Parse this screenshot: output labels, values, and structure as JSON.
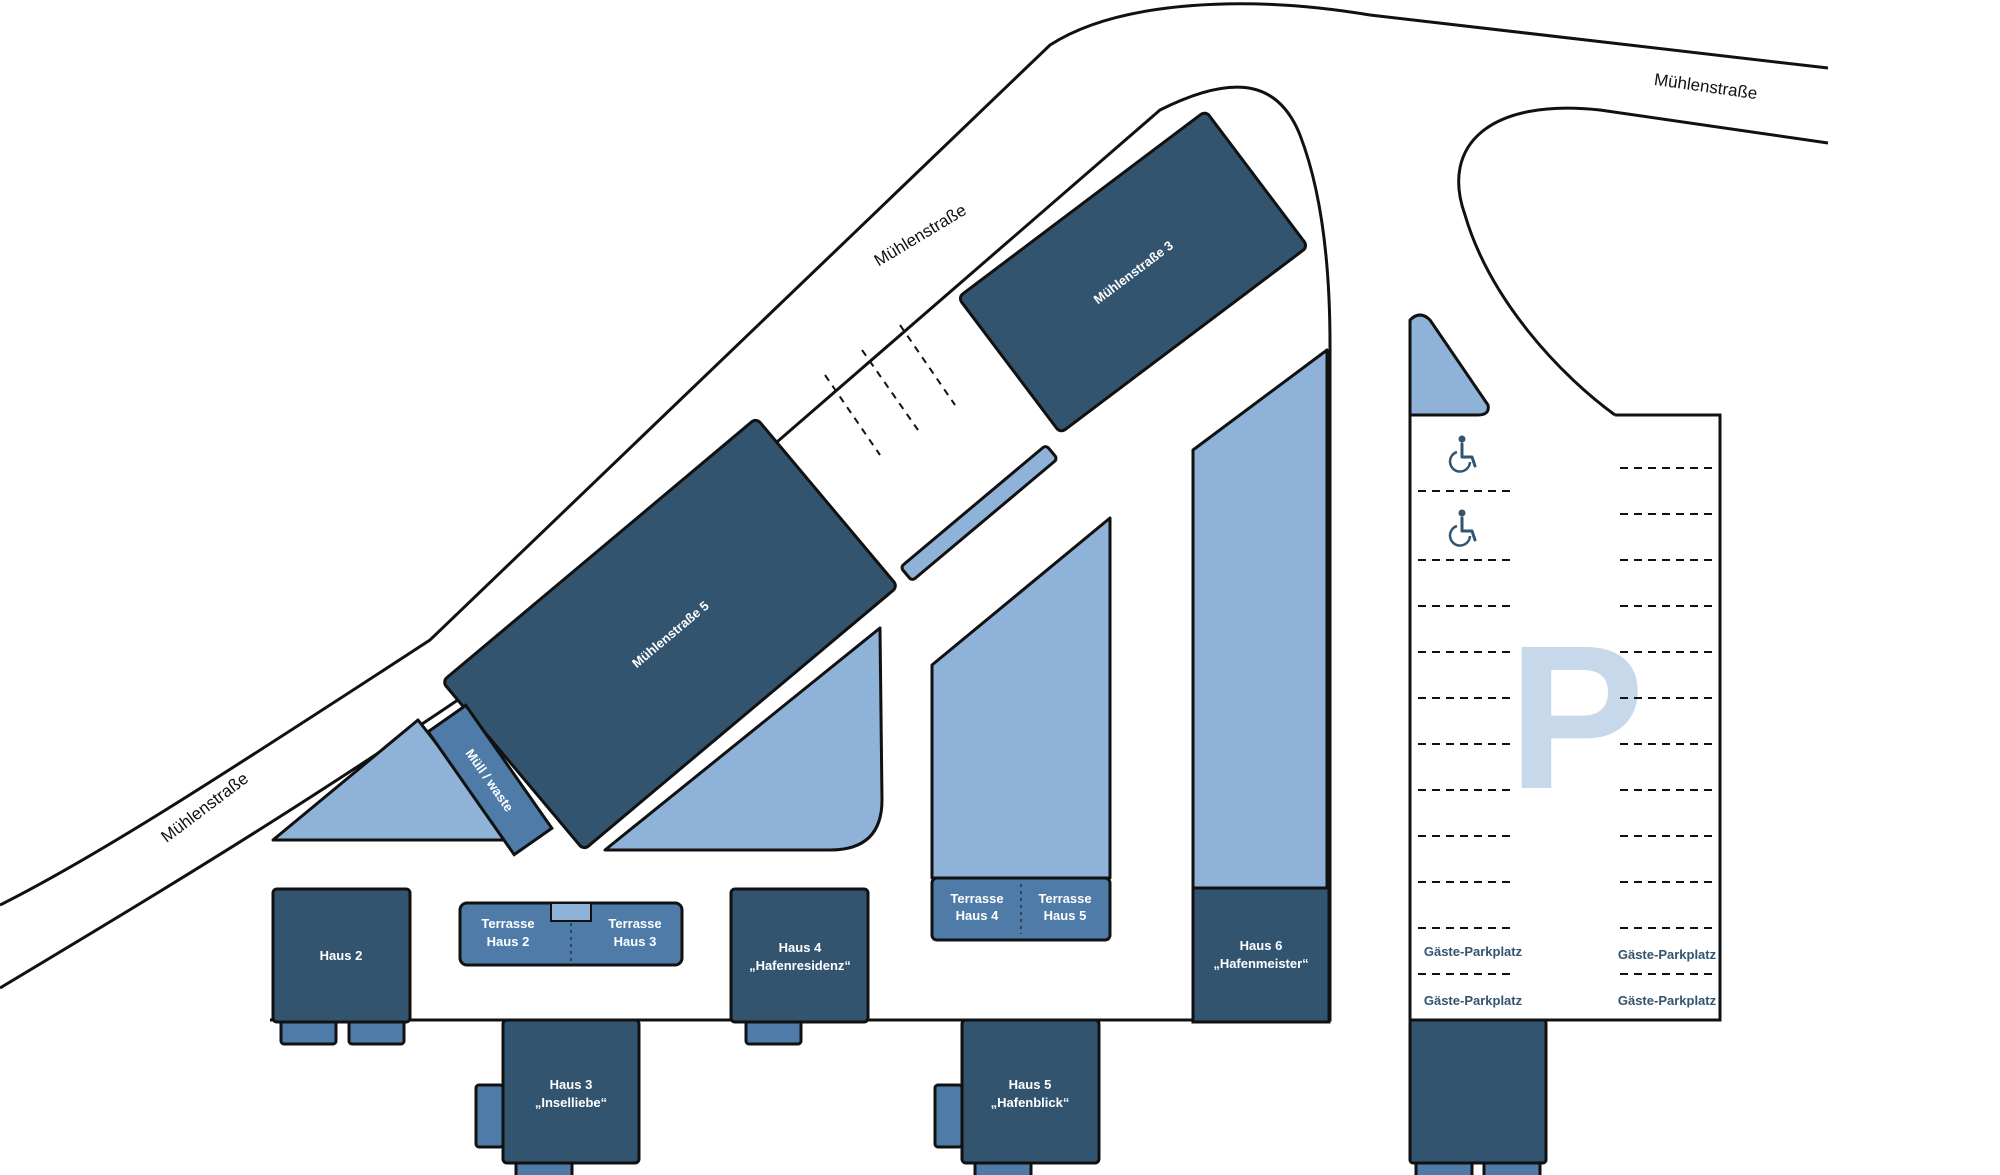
{
  "colors": {
    "building_dark": "#33546f",
    "building_mid": "#4e7ba8",
    "area_light": "#8fb3d8",
    "parking_letter": "#c7d8ea",
    "outline": "#111111",
    "background": "#ffffff"
  },
  "streets": {
    "north_east": "Mühlenstraße",
    "north": "Mühlenstraße",
    "west": "Mühlenstraße"
  },
  "buildings": {
    "muehlenstrasse_3": "Mühlenstraße 3",
    "muehlenstrasse_5": "Mühlenstraße 5",
    "muell": "Müll / waste",
    "haus2": "Haus 2",
    "haus3": {
      "line1": "Haus 3",
      "line2": "„Inselliebe“"
    },
    "haus4": {
      "line1": "Haus 4",
      "line2": "„Hafenresidenz“"
    },
    "haus5": {
      "line1": "Haus 5",
      "line2": "„Hafenblick“"
    },
    "haus6": {
      "line1": "Haus 6",
      "line2": "„Hafenmeister“"
    }
  },
  "terraces": {
    "haus2": {
      "line1": "Terrasse",
      "line2": "Haus 2"
    },
    "haus3": {
      "line1": "Terrasse",
      "line2": "Haus 3"
    },
    "haus4": {
      "line1": "Terrasse",
      "line2": "Haus 4"
    },
    "haus5": {
      "line1": "Terrasse",
      "line2": "Haus 5"
    }
  },
  "parking": {
    "symbol": "P",
    "guest_labels": [
      "Gäste-Parkplatz",
      "Gäste-Parkplatz",
      "Gäste-Parkplatz",
      "Gäste-Parkplatz"
    ],
    "accessible_icon": "wheelchair-icon"
  }
}
